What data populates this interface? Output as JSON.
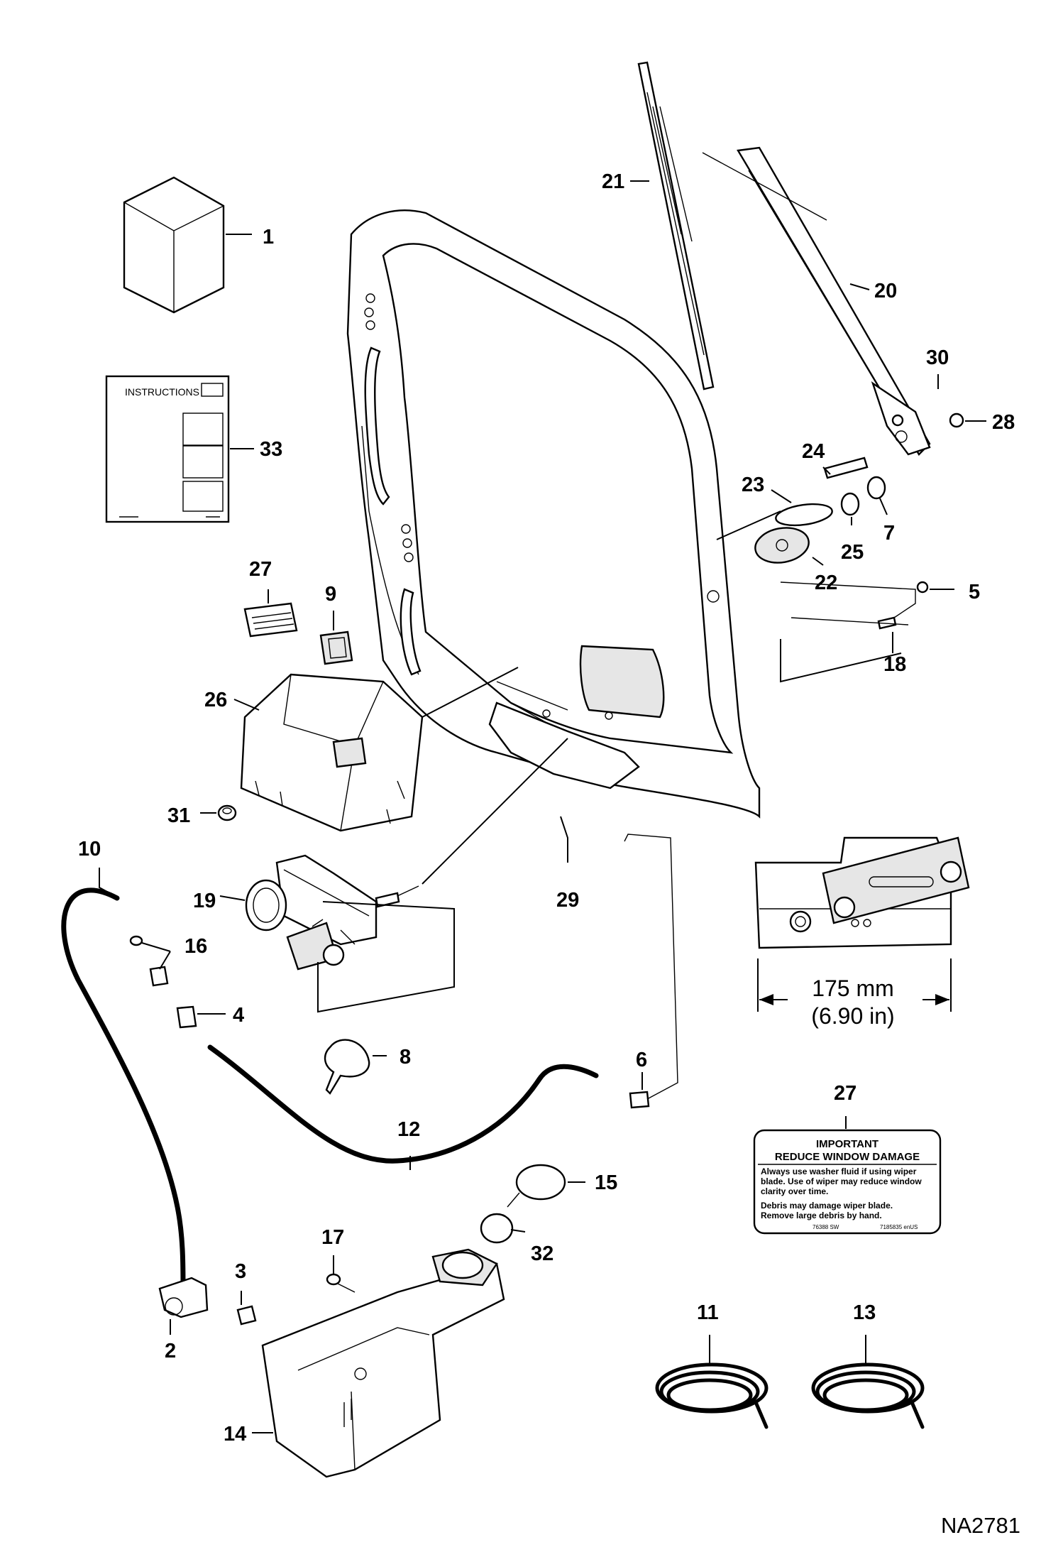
{
  "callouts": {
    "c1": "1",
    "c2": "2",
    "c3": "3",
    "c4": "4",
    "c5": "5",
    "c6": "6",
    "c7": "7",
    "c8": "8",
    "c9": "9",
    "c10": "10",
    "c11": "11",
    "c12": "12",
    "c13": "13",
    "c14": "14",
    "c15": "15",
    "c16": "16",
    "c17": "17",
    "c18": "18",
    "c19": "19",
    "c20": "20",
    "c21": "21",
    "c22": "22",
    "c23": "23",
    "c24": "24",
    "c25": "25",
    "c26": "26",
    "c27a": "27",
    "c27b": "27",
    "c28": "28",
    "c29": "29",
    "c30": "30",
    "c31": "31",
    "c32": "32",
    "c33": "33"
  },
  "instructions_sheet": {
    "title": "INSTRUCTIONS"
  },
  "dimension": {
    "metric": "175 mm",
    "imperial": "(6.90 in)"
  },
  "decal": {
    "heading_line1": "IMPORTANT",
    "heading_line2": "REDUCE WINDOW DAMAGE",
    "body_line1": "Always use washer fluid if using wiper",
    "body_line2": "blade. Use of wiper may reduce window",
    "body_line3": "clarity over time.",
    "body_line4": "Debris may damage wiper blade.",
    "body_line5": "Remove large debris by hand.",
    "code_left": "76388 SW",
    "code_right": "7185835 enUS"
  },
  "drawing_number": "NA2781"
}
